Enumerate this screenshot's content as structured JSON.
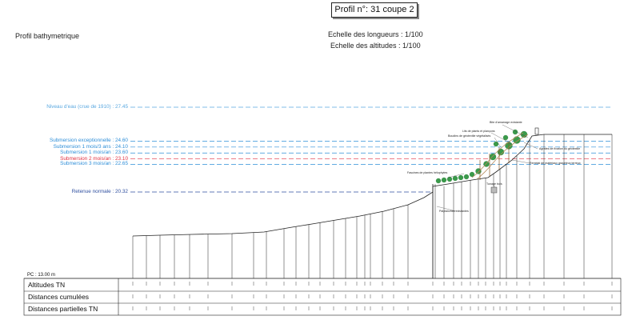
{
  "header": {
    "title": "Profil n°: 31 coupe 2",
    "left_label": "Profil bathymetrique",
    "scale_lengths": "Echelle des longueurs : 1/100",
    "scale_altitudes": "Echelle des altitudes : 1/100"
  },
  "levels": [
    {
      "label": "Niveau d'eau (crue de 1910) : 27.45",
      "value": 27.45,
      "color": "#5aa8e0"
    },
    {
      "label": "Submersion exceptionnelle : 24.60",
      "value": 24.6,
      "color": "#2f8fd8"
    },
    {
      "label": "Submersion 1 mois/3 ans : 24.10",
      "value": 24.1,
      "color": "#2f8fd8"
    },
    {
      "label": "Submersion 1 mois/an : 23.60",
      "value": 23.6,
      "color": "#2f8fd8"
    },
    {
      "label": "Submersion 2 mois/an : 23.10",
      "value": 23.1,
      "color": "#e03040"
    },
    {
      "label": "Submersion 3 mois/an : 22.65",
      "value": 22.65,
      "color": "#2f8fd8"
    },
    {
      "label": "Retenue normale : 20.32",
      "value": 20.32,
      "color": "#3050a0"
    }
  ],
  "annotations": {
    "bite": "Bite d'amarrage existante",
    "lits": "Lits de plants et plançons",
    "boudins": "Boudins de géotextile végétalisés",
    "agrafes": "Agrafes de fixation du géotextile",
    "remblai": "Remblai de matériaux graveleux terreux",
    "fascines": "Fascines de plantes hélophytes",
    "tunage": "Tunage bois",
    "palplanches": "Palplanches existantes"
  },
  "pc_label": "PC : 13.00 m",
  "table": {
    "rows": [
      "Altitudes TN",
      "Distances cumulées",
      "Distances partielles TN"
    ]
  }
}
